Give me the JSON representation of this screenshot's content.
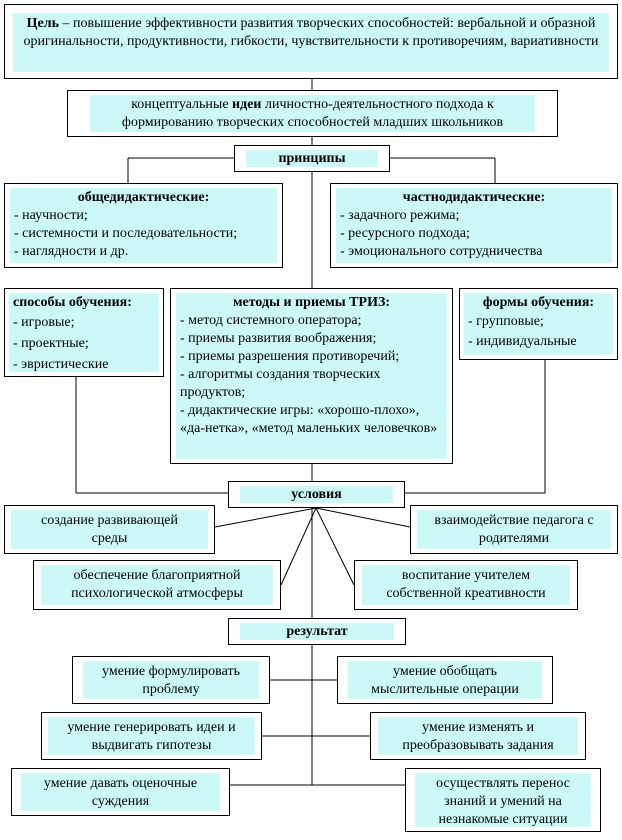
{
  "goal": {
    "label": "Цель",
    "text": " – повышение эффективности развития творческих способностей: вербальной и образной оригинальности, продуктивности, гибкости, чувствительности к противоречиям, вариативности"
  },
  "ideas": {
    "before": "концептуальные ",
    "bold": "идеи",
    "after": " личностно-деятельностного подхода к формированию творческих способностей младших школьников"
  },
  "principles": {
    "title": "принципы",
    "general": {
      "title": "общедидактические:",
      "items": [
        "- научности;",
        "- системности и последовательности;",
        "- наглядности и др."
      ]
    },
    "specific": {
      "title": "частнодидактические:",
      "items": [
        "- задачного режима;",
        "- ресурсного подхода;",
        "- эмоционального сотрудничества"
      ]
    }
  },
  "ways": {
    "title": "способы обучения:",
    "items": [
      "- игровые;",
      "- проектные;",
      "- эвристические"
    ]
  },
  "methods": {
    "title": "методы и приемы ТРИЗ:",
    "items": [
      "- метод системного оператора;",
      "- приемы развития воображения;",
      "- приемы разрешения противоречий;",
      "- алгоритмы создания творческих продуктов;",
      "- дидактические игры: «хорошо-плохо», «да-нетка», «метод маленьких человечков»"
    ]
  },
  "forms": {
    "title": "формы обучения:",
    "items": [
      "- групповые;",
      "- индивидуальные"
    ]
  },
  "conditions": {
    "title": "условия",
    "items": [
      "создание развивающей среды",
      "взаимодействие педагога с родителями",
      "обеспечение благоприятной психологической атмосферы",
      "воспитание учителем собственной креативности"
    ]
  },
  "result": {
    "title": "результат",
    "items": [
      "умение формулировать проблему",
      "умение обобщать мыслительные операции",
      "умение генерировать идеи и выдвигать гипотезы",
      "умение изменять и преобразовывать задания",
      "умение давать оценочные суждения",
      "осуществлять перенос знаний и умений на незнакомые ситуации"
    ]
  },
  "colors": {
    "fill": "#ccf8f8",
    "border": "#000000"
  }
}
